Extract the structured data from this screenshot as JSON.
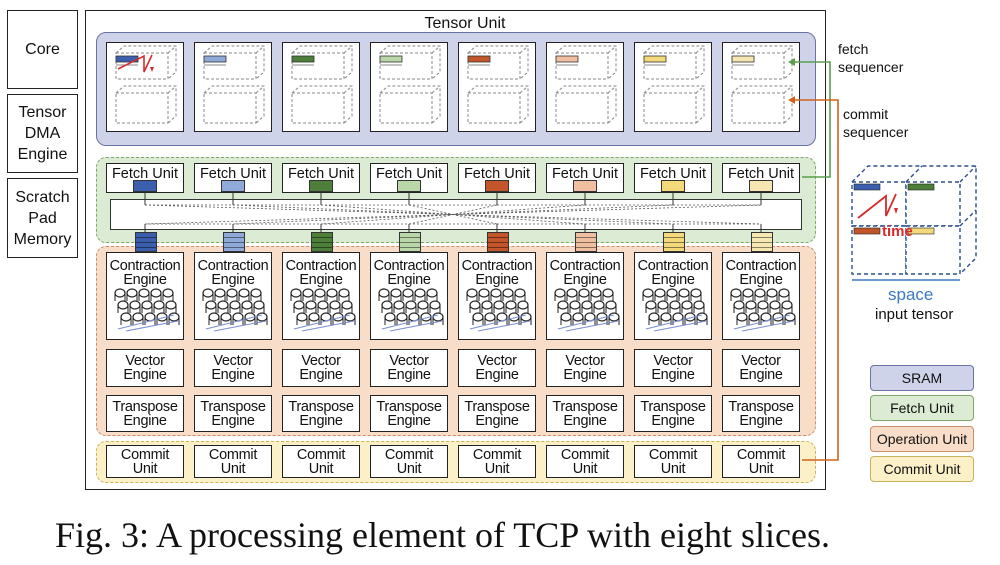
{
  "side_boxes": [
    "Core",
    "Tensor\nDMA\nEngine",
    "Scratch\nPad\nMemory"
  ],
  "tensor_unit_title": "Tensor Unit",
  "slice_colors": [
    "#3b5fad",
    "#8fa9d8",
    "#4e7f3a",
    "#b9d7a8",
    "#c2562a",
    "#f0bea0",
    "#f4d97a",
    "#f6e6b2"
  ],
  "fetch_unit_label": "Fetch Unit",
  "contraction_label": "Contraction\nEngine",
  "vector_label": "Vector\nEngine",
  "transpose_label": "Transpose\nEngine",
  "commit_label": "Commit\nUnit",
  "fetch_sequencer_label": "fetch\nsequencer",
  "commit_sequencer_label": "commit\nsequencer",
  "input_tensor": {
    "time_label": "time",
    "space_label": "space",
    "caption": "input tensor"
  },
  "legend": [
    {
      "label": "SRAM",
      "color": "#cfd3ea",
      "border": "#6a73a5"
    },
    {
      "label": "Fetch Unit",
      "color": "#dcebd3",
      "border": "#7ea76a"
    },
    {
      "label": "Operation Unit",
      "color": "#f8ddc9",
      "border": "#c88f6a"
    },
    {
      "label": "Commit Unit",
      "color": "#fbf0c8",
      "border": "#c8b35a"
    }
  ],
  "caption": "Fig. 3: A processing element of TCP with eight slices."
}
